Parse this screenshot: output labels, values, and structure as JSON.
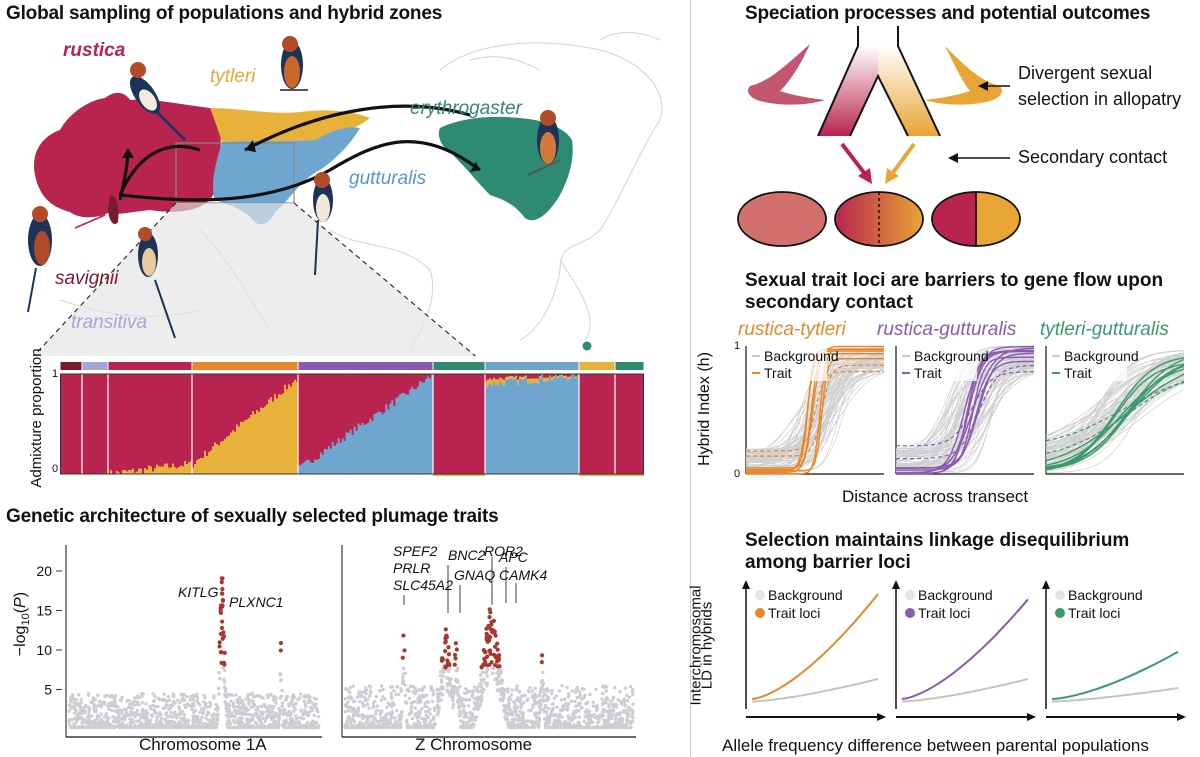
{
  "colors": {
    "rustica": "#b8244f",
    "savignii": "#7a1a2a",
    "transitiva": "#a7a6d8",
    "tytleri": "#e8b23a",
    "orange": "#e8862a",
    "gutturalis": "#6ea6d0",
    "erythrogaster": "#2e8a70",
    "purple": "#8a5bb0",
    "green": "#3a9a6a",
    "background": "#c9c9c9"
  },
  "sampling": {
    "title": "Global sampling of populations and hybrid zones",
    "pops": {
      "rustica": "rustica",
      "tytleri": "tytleri",
      "erythrogaster": "erythrogaster",
      "gutturalis": "gutturalis",
      "savignii": "savignii",
      "transitiva": "transitiva"
    },
    "admixture": {
      "ylabel": "Admixture proportion",
      "tick0": "0",
      "tick1": "1"
    }
  },
  "genetics": {
    "title": "Genetic architecture of sexually selected plumage traits",
    "ylabel": "−log10(P)",
    "yticks": [
      "5",
      "10",
      "15",
      "20"
    ],
    "genes_1a": [
      "KITLG",
      "PLXNC1"
    ],
    "genes_z": [
      "SPEF2",
      "PRLR",
      "SLC45A2",
      "BNC2",
      "GNAQ",
      "ROR2",
      "APC",
      "CAMK4"
    ],
    "xlabel_1a": "Chromosome 1A",
    "xlabel_z": "Z Chromosome"
  },
  "speciation": {
    "title": "Speciation processes and potential outcomes",
    "note1a": "Divergent sexual",
    "note1b": "selection in allopatry",
    "note2": "Secondary contact"
  },
  "barriers": {
    "title": "Sexual trait loci are barriers to gene flow upon secondary contact",
    "pair1": "rustica-tytleri",
    "pair2": "rustica-gutturalis",
    "pair3": "tytleri-gutturalis",
    "legend_bg": "Background",
    "legend_trait": "Trait",
    "ylabel": "Hybrid Index (h)",
    "tick0": "0",
    "tick1": "1",
    "xlabel": "Distance across transect"
  },
  "ld": {
    "title": "Selection maintains linkage disequilibrium among barrier loci",
    "legend_bg": "Background",
    "legend_trait": "Trait loci",
    "ylabel1": "Interchromosomal",
    "ylabel2": "LD in hybrids",
    "xlabel": "Allele frequency difference between parental populations"
  }
}
